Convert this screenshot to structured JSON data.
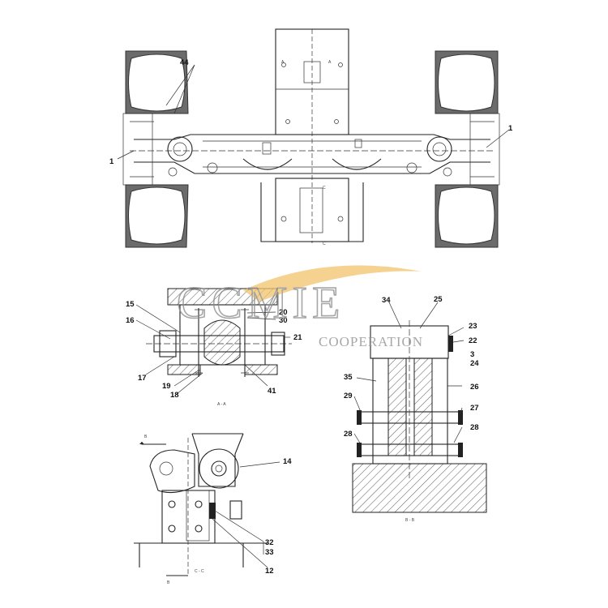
{
  "callouts": {
    "c44": "44",
    "c1_left": "1",
    "c1_right": "1",
    "c15": "15",
    "c16": "16",
    "c17": "17",
    "c18": "18",
    "c19": "19",
    "c20": "20",
    "c30": "30",
    "c21": "21",
    "c41": "41",
    "c34": "34",
    "c25": "25",
    "c23": "23",
    "c22": "22",
    "c3": "3",
    "c24": "24",
    "c35": "35",
    "c26": "26",
    "c29": "29",
    "c27": "27",
    "c28a": "28",
    "c28b": "28",
    "c14": "14",
    "c32": "32",
    "c33": "33",
    "c12": "12"
  },
  "section_labels": {
    "aa": "A - A",
    "bb": "B - B",
    "cc": "C - C",
    "b_top": "B",
    "b_bottom": "B",
    "c_top": "C",
    "c_bottom": "C",
    "a_left": "A",
    "a_right": "A"
  },
  "watermark": {
    "main": "CCMIE",
    "sub": "COOPERATION",
    "accent": "#f2c36b"
  }
}
